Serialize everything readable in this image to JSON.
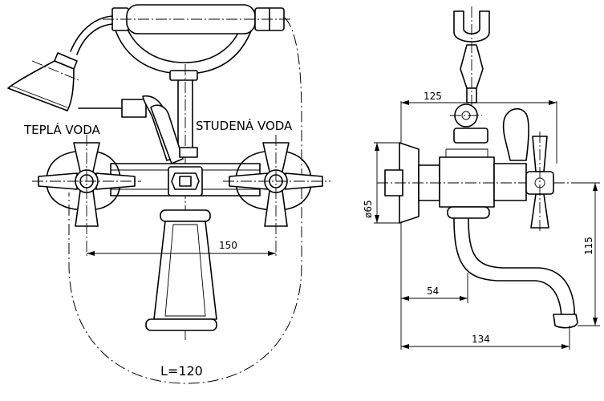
{
  "labels": {
    "hot_water": "TEPLÁ VODA",
    "cold_water": "STUDENÁ VODA",
    "hose_length": "L=120"
  },
  "dimensions": {
    "handle_spacing": "150",
    "projection_top": "125",
    "diameter": "ø65",
    "outlet_height": "115",
    "spout_offset": "54",
    "total_depth": "134"
  }
}
